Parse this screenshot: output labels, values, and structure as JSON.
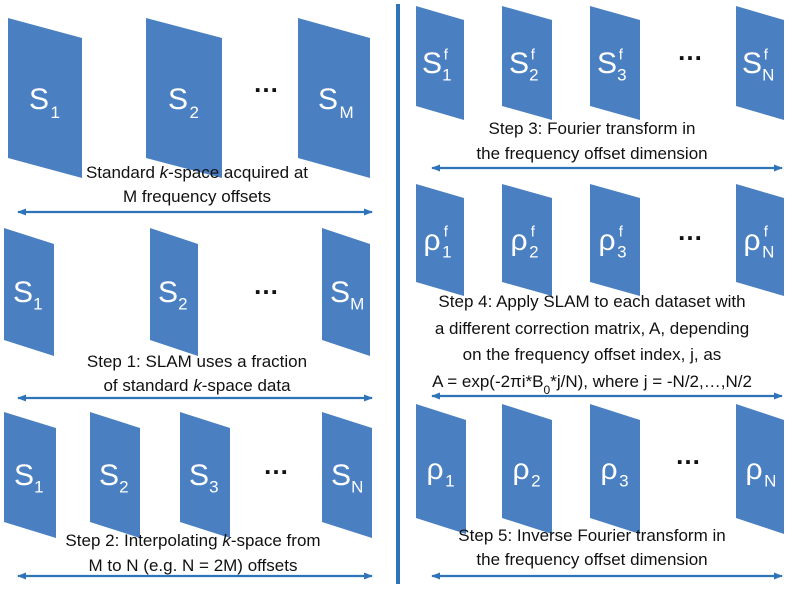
{
  "colors": {
    "tile": "#4a80c2",
    "arrow": "#2f74b8",
    "divider": "#2f74b8",
    "text": "#111111"
  },
  "ellipsis": "…",
  "left": {
    "row0": {
      "tiles": [
        {
          "main": "S",
          "sub": "1"
        },
        {
          "main": "S",
          "sub": "2"
        },
        {
          "main": "S",
          "sub": "M"
        }
      ],
      "caption_lines": [
        [
          {
            "text": "Standard "
          },
          {
            "text": "k",
            "italic": true
          },
          {
            "text": "-space acquired at"
          }
        ],
        [
          {
            "text": "M frequency offsets"
          }
        ]
      ]
    },
    "row1": {
      "tiles": [
        {
          "main": "S",
          "sub": "1"
        },
        {
          "main": "S",
          "sub": "2"
        },
        {
          "main": "S",
          "sub": "M"
        }
      ],
      "caption_lines": [
        [
          {
            "text": "Step 1: SLAM uses a fraction"
          }
        ],
        [
          {
            "text": "of standard "
          },
          {
            "text": "k",
            "italic": true
          },
          {
            "text": "-space data"
          }
        ]
      ]
    },
    "row2": {
      "tiles": [
        {
          "main": "S",
          "sub": "1"
        },
        {
          "main": "S",
          "sub": "2"
        },
        {
          "main": "S",
          "sub": "3"
        },
        {
          "main": "S",
          "sub": "N"
        }
      ],
      "caption_lines": [
        [
          {
            "text": "Step 2: Interpolating "
          },
          {
            "text": "k",
            "italic": true
          },
          {
            "text": "-space from"
          }
        ],
        [
          {
            "text": "M to N (e.g. N = 2M) offsets"
          }
        ]
      ]
    }
  },
  "right": {
    "row0": {
      "tiles": [
        {
          "main": "S",
          "sup": "f",
          "sub": "1"
        },
        {
          "main": "S",
          "sup": "f",
          "sub": "2"
        },
        {
          "main": "S",
          "sup": "f",
          "sub": "3"
        },
        {
          "main": "S",
          "sup": "f",
          "sub": "N"
        }
      ],
      "caption_lines": [
        [
          {
            "text": "Step 3: Fourier transform in"
          }
        ],
        [
          {
            "text": "the frequency offset dimension"
          }
        ]
      ]
    },
    "row1": {
      "tiles": [
        {
          "main": "ρ",
          "sup": "f",
          "sub": "1"
        },
        {
          "main": "ρ",
          "sup": "f",
          "sub": "2"
        },
        {
          "main": "ρ",
          "sup": "f",
          "sub": "3"
        },
        {
          "main": "ρ",
          "sup": "f",
          "sub": "N"
        }
      ],
      "caption_lines": [
        [
          {
            "text": "Step 4: Apply SLAM to each dataset with"
          }
        ],
        [
          {
            "text": "a different correction matrix, A, depending"
          }
        ],
        [
          {
            "text": "on the frequency offset index, j, as"
          }
        ],
        [
          {
            "text": "A = exp(-2πi*B"
          },
          {
            "text": "0",
            "sub": true
          },
          {
            "text": "*j/N), where j = -N/2,…,N/2"
          }
        ]
      ]
    },
    "row2": {
      "tiles": [
        {
          "main": "ρ",
          "sub": "1"
        },
        {
          "main": "ρ",
          "sub": "2"
        },
        {
          "main": "ρ",
          "sub": "3"
        },
        {
          "main": "ρ",
          "sub": "N"
        }
      ],
      "caption_lines": [
        [
          {
            "text": "Step 5: Inverse Fourier transform in"
          }
        ],
        [
          {
            "text": "the frequency offset dimension"
          }
        ]
      ]
    }
  }
}
